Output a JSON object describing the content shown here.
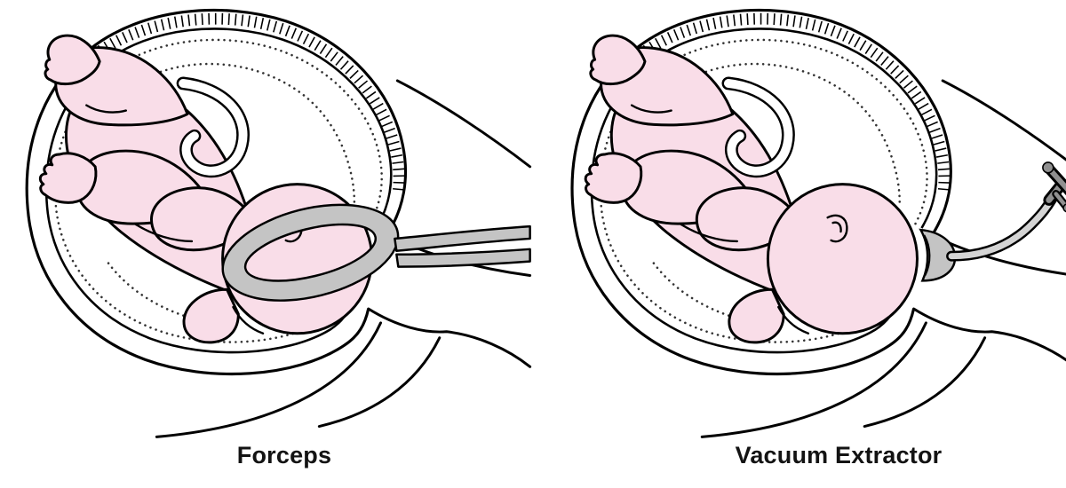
{
  "figure": {
    "panels": [
      {
        "id": "forceps",
        "label": "Forceps"
      },
      {
        "id": "vacuum",
        "label": "Vacuum Extractor"
      }
    ]
  },
  "colors": {
    "background": "#ffffff",
    "fetus-pink": "#f9dde8",
    "outline": "#000000",
    "instrument-gray": "#c4c4c4",
    "instrument-dark": "#909090",
    "label-color": "#131313"
  }
}
